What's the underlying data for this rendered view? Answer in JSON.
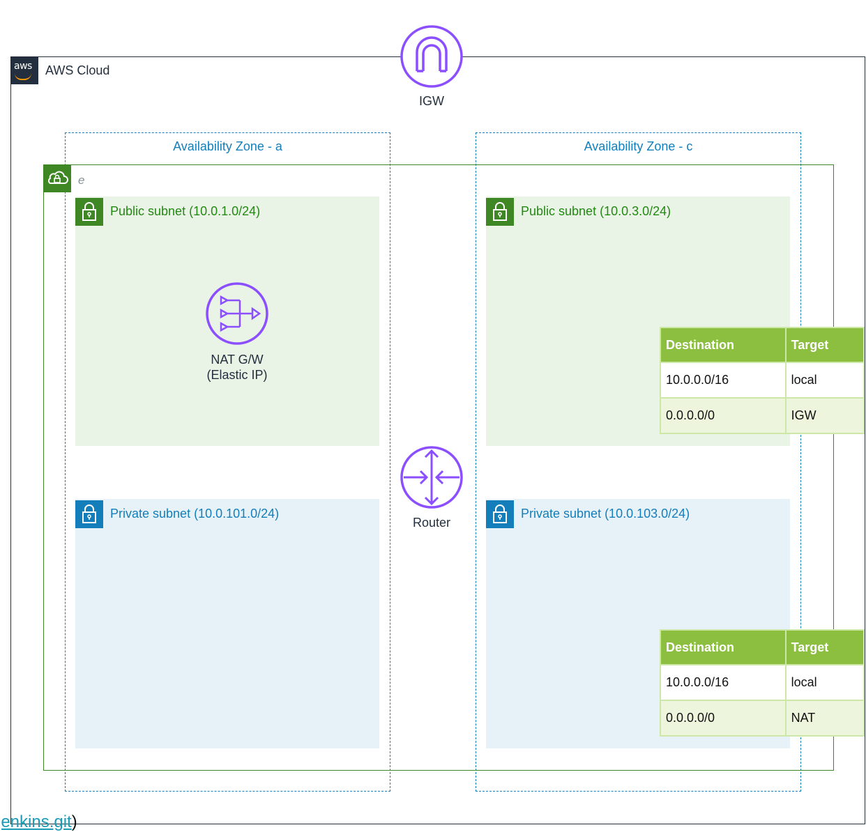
{
  "cloud": {
    "label": "AWS Cloud",
    "logo_text": "aws"
  },
  "igw": {
    "label": "IGW",
    "icon": "internet-gateway-icon"
  },
  "zones": [
    {
      "label": "Availability Zone - a"
    },
    {
      "label": "Availability Zone - c"
    }
  ],
  "vpc": {
    "label": "e",
    "icon": "vpc-cloud-lock-icon"
  },
  "subnets": {
    "public_a": {
      "label": "Public subnet (10.0.1.0/24)"
    },
    "public_c": {
      "label": "Public subnet (10.0.3.0/24)"
    },
    "private_a": {
      "label": "Private subnet (10.0.101.0/24)"
    },
    "private_c": {
      "label": "Private subnet (10.0.103.0/24)"
    }
  },
  "nat": {
    "line1": "NAT G/W",
    "line2": "(Elastic IP)",
    "icon": "nat-gateway-icon"
  },
  "router": {
    "label": "Router",
    "icon": "router-icon"
  },
  "route_tables": {
    "public": {
      "headers": [
        "Destination",
        "Target"
      ],
      "rows": [
        [
          "10.0.0.0/16",
          "local"
        ],
        [
          "0.0.0.0/0",
          "IGW"
        ]
      ]
    },
    "private": {
      "headers": [
        "Destination",
        "Target"
      ],
      "rows": [
        [
          "10.0.0.0/16",
          "local"
        ],
        [
          "0.0.0.0/0",
          "NAT"
        ]
      ]
    }
  },
  "footer_link": {
    "text": "jenkins.git",
    "suffix": ")"
  },
  "colors": {
    "cloud_border": "#232f3e",
    "zone": "#147eba",
    "vpc": "#3f8624",
    "public_subnet_bg": "#e9f3e6",
    "private_subnet_bg": "#e6f2f8",
    "service_purple": "#8c4fff",
    "route_table_header": "#8cbf3f"
  }
}
